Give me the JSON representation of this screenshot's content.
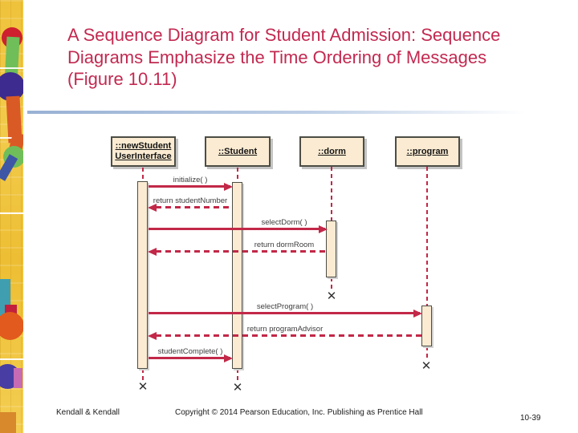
{
  "slide": {
    "title_lines": [
      "A Sequence Diagram for Student Admission: Sequence",
      "Diagrams Emphasize the Time Ordering of Messages",
      "(Figure 10.11)"
    ]
  },
  "diagram": {
    "actors": [
      {
        "lines": [
          "::newStudent",
          "UserInterface"
        ]
      },
      {
        "lines": [
          "::Student"
        ]
      },
      {
        "lines": [
          "::dorm"
        ]
      },
      {
        "lines": [
          "::program"
        ]
      }
    ],
    "messages": [
      {
        "label": "initialize( )",
        "kind": "call",
        "from": "::newStudent UserInterface",
        "to": "::Student"
      },
      {
        "label": "return studentNumber",
        "kind": "return",
        "from": "::Student",
        "to": "::newStudent UserInterface"
      },
      {
        "label": "selectDorm( )",
        "kind": "call",
        "from": "::newStudent UserInterface",
        "to": "::dorm"
      },
      {
        "label": "return dormRoom",
        "kind": "return",
        "from": "::dorm",
        "to": "::newStudent UserInterface"
      },
      {
        "label": "selectProgram( )",
        "kind": "call",
        "from": "::newStudent UserInterface",
        "to": "::program"
      },
      {
        "label": "return programAdvisor",
        "kind": "return",
        "from": "::program",
        "to": "::newStudent UserInterface"
      },
      {
        "label": "studentComplete( )",
        "kind": "call",
        "from": "::newStudent UserInterface",
        "to": "::Student"
      }
    ],
    "destroy_icon": "✕",
    "colors": {
      "title": "#C22950",
      "arrow": "#C22848",
      "box_fill": "#FAEBD2",
      "box_border": "#4D4D45"
    }
  },
  "footer": {
    "left": "Kendall & Kendall",
    "center": "Copyright © 2014 Pearson Education, Inc. Publishing as Prentice Hall",
    "right": "10-39"
  }
}
